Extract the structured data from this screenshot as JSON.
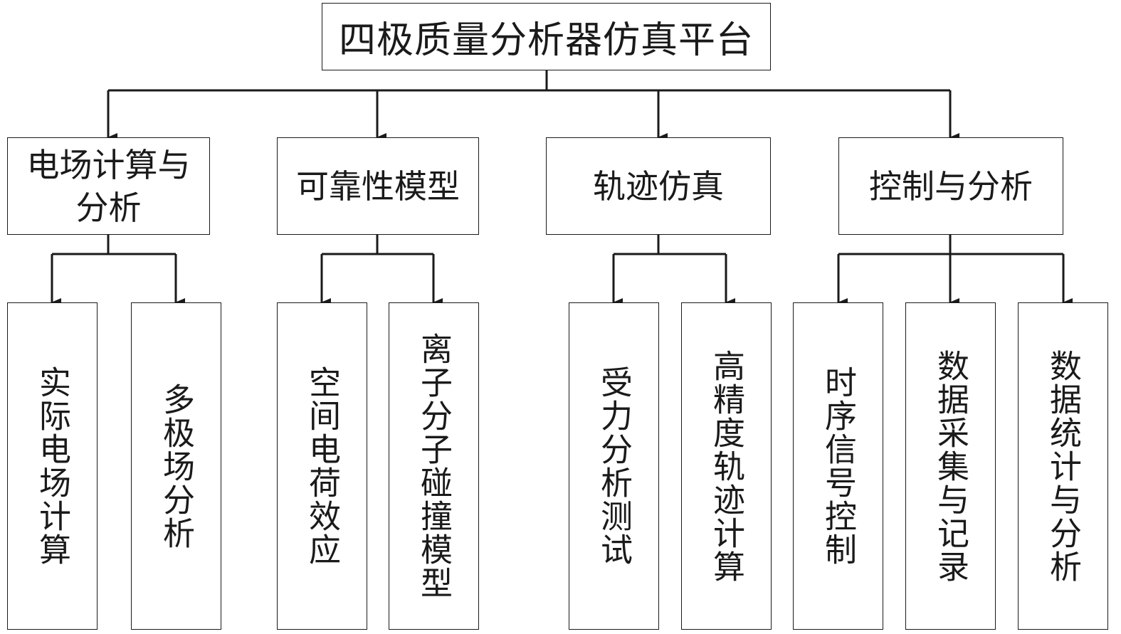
{
  "root": {
    "label": "四极质量分析器仿真平台"
  },
  "modules": [
    {
      "label": "电场计算与分析",
      "children": [
        "实际电场计算",
        "多极场分析"
      ]
    },
    {
      "label": "可靠性模型",
      "children": [
        "空间电荷效应",
        "离子分子碰撞模型"
      ]
    },
    {
      "label": "轨迹仿真",
      "children": [
        "受力分析测试",
        "高精度轨迹计算"
      ]
    },
    {
      "label": "控制与分析",
      "children": [
        "时序信号控制",
        "数据采集与记录",
        "数据统计与分析"
      ]
    }
  ],
  "colors": {
    "line": "#1a1a1a",
    "background": "#ffffff"
  }
}
